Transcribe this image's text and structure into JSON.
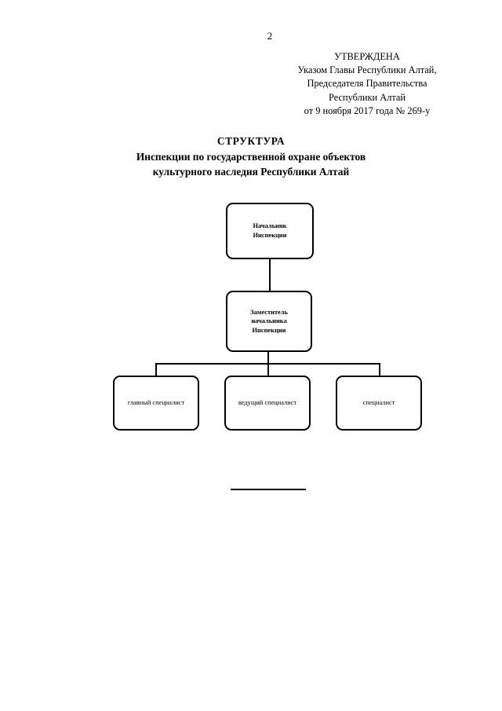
{
  "page": {
    "number": "2"
  },
  "approval": {
    "lines": [
      "УТВЕРЖДЕНА",
      "Указом Главы Республики Алтай,",
      "Председателя Правительства",
      "Республики Алтай",
      "от 9 ноября 2017 года № 269-у"
    ]
  },
  "title": {
    "line1": "СТРУКТУРА",
    "line2": "Инспекции по государственной охране объектов",
    "line3": "культурного наследия Республики Алтай"
  },
  "org_chart": {
    "nodes": [
      {
        "id": "chief",
        "label": "Начальник\nИнспекции",
        "level": 1
      },
      {
        "id": "deputy",
        "label": "Заместитель\nначальника\nИнспекции",
        "level": 2
      },
      {
        "id": "spec_main",
        "label": "главный специалист",
        "level": 3
      },
      {
        "id": "spec_lead",
        "label": "ведущий специалист",
        "level": 3
      },
      {
        "id": "spec",
        "label": "специалист",
        "level": 3
      }
    ]
  },
  "colors": {
    "ink": "#000000",
    "paper": "#ffffff"
  }
}
